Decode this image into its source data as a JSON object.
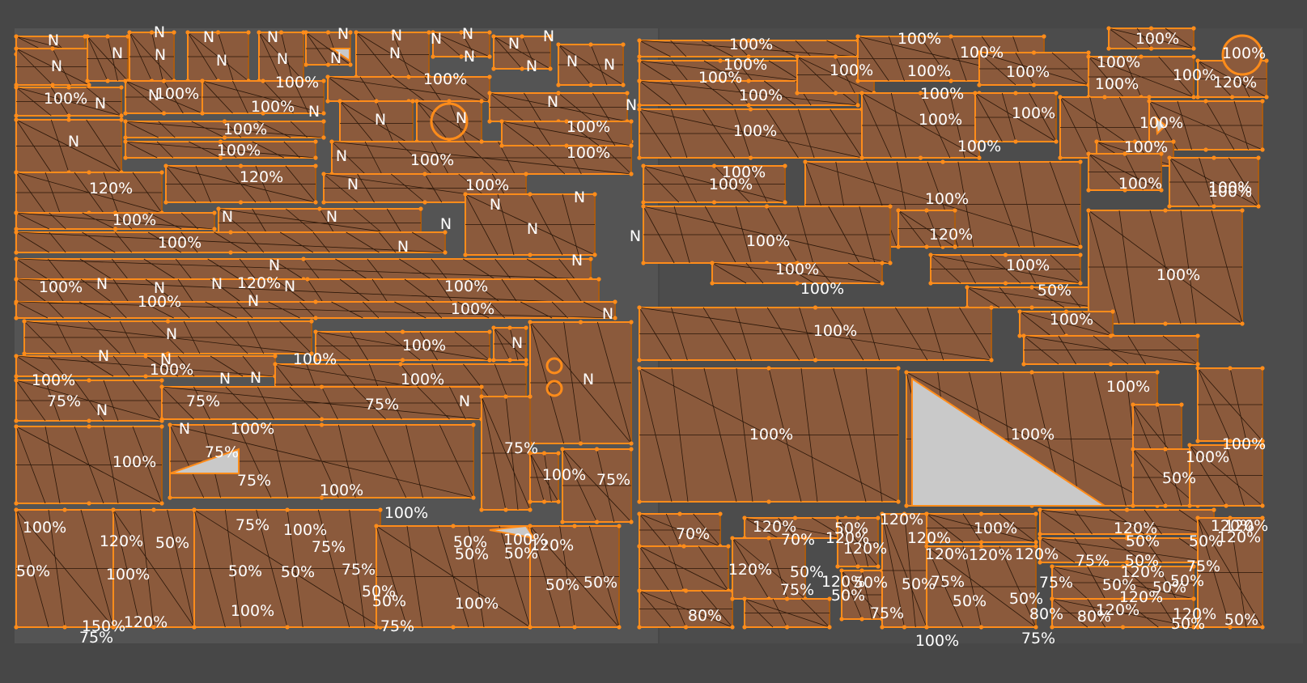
{
  "editor": {
    "name": "UV Editor",
    "background_color": "#474747",
    "grid_tile_color": "#545454",
    "island_fill_color": "#8b5a3c",
    "edge_color": "#ff8c1a",
    "unselected_face_color": "#c9c9c9",
    "marker_text_color": "#ffffff"
  },
  "grid_tiles": [
    {
      "name": "uv-tile-1001",
      "label": ""
    },
    {
      "name": "uv-tile-1002",
      "label": ""
    }
  ],
  "island_labels": [
    "N",
    "N",
    "N",
    "N",
    "N",
    "N",
    "N",
    "N",
    "N",
    "N",
    "N",
    "N",
    "N",
    "N",
    "N",
    "N",
    "N",
    "N",
    "N",
    "N",
    "N",
    "N",
    "N",
    "N",
    "N",
    "N",
    "N",
    "N",
    "N",
    "N",
    "N",
    "N",
    "N",
    "N",
    "N",
    "N",
    "N",
    "N",
    "N",
    "N",
    "N",
    "N",
    "N",
    "N",
    "N",
    "N",
    "N",
    "N",
    "N",
    "N",
    "N",
    "N",
    "N",
    "N",
    "N",
    "N",
    "N",
    "100%",
    "100%",
    "100%",
    "100%",
    "100%",
    "100%",
    "100%",
    "100%",
    "100%",
    "100%",
    "100%",
    "100%",
    "100%",
    "100%",
    "100%",
    "100%",
    "100%",
    "100%",
    "100%",
    "100%",
    "100%",
    "100%",
    "100%",
    "100%",
    "100%",
    "100%",
    "100%",
    "100%",
    "100%",
    "100%",
    "100%",
    "100%",
    "100%",
    "100%",
    "100%",
    "100%",
    "100%",
    "100%",
    "100%",
    "100%",
    "100%",
    "100%",
    "100%",
    "100%",
    "100%",
    "100%",
    "100%",
    "100%",
    "100%",
    "100%",
    "100%",
    "100%",
    "100%",
    "100%",
    "100%",
    "100%",
    "100%",
    "100%",
    "100%",
    "100%",
    "100%",
    "100%",
    "100%",
    "100%",
    "100%",
    "100%",
    "100%",
    "100%",
    "100%",
    "100%",
    "100%",
    "100%",
    "100%",
    "100%",
    "120%",
    "120%",
    "120%",
    "120%",
    "120%",
    "120%",
    "120%",
    "120%",
    "120%",
    "120%",
    "120%",
    "120%",
    "120%",
    "120%",
    "120%",
    "120%",
    "120%",
    "120%",
    "120%",
    "120%",
    "120%",
    "120%",
    "120%",
    "120%",
    "120%",
    "120%",
    "75%",
    "75%",
    "75%",
    "75%",
    "75%",
    "75%",
    "75%",
    "75%",
    "75%",
    "75%",
    "75%",
    "75%",
    "75%",
    "75%",
    "75%",
    "75%",
    "75%",
    "75%",
    "75%",
    "50%",
    "50%",
    "50%",
    "50%",
    "50%",
    "50%",
    "50%",
    "50%",
    "50%",
    "50%",
    "50%",
    "50%",
    "50%",
    "50%",
    "50%",
    "50%",
    "50%",
    "50%",
    "50%",
    "50%",
    "50%",
    "50%",
    "50%",
    "50%",
    "50%",
    "50%",
    "50%",
    "50%",
    "70%",
    "70%",
    "80%",
    "80%",
    "80%",
    "150%"
  ]
}
